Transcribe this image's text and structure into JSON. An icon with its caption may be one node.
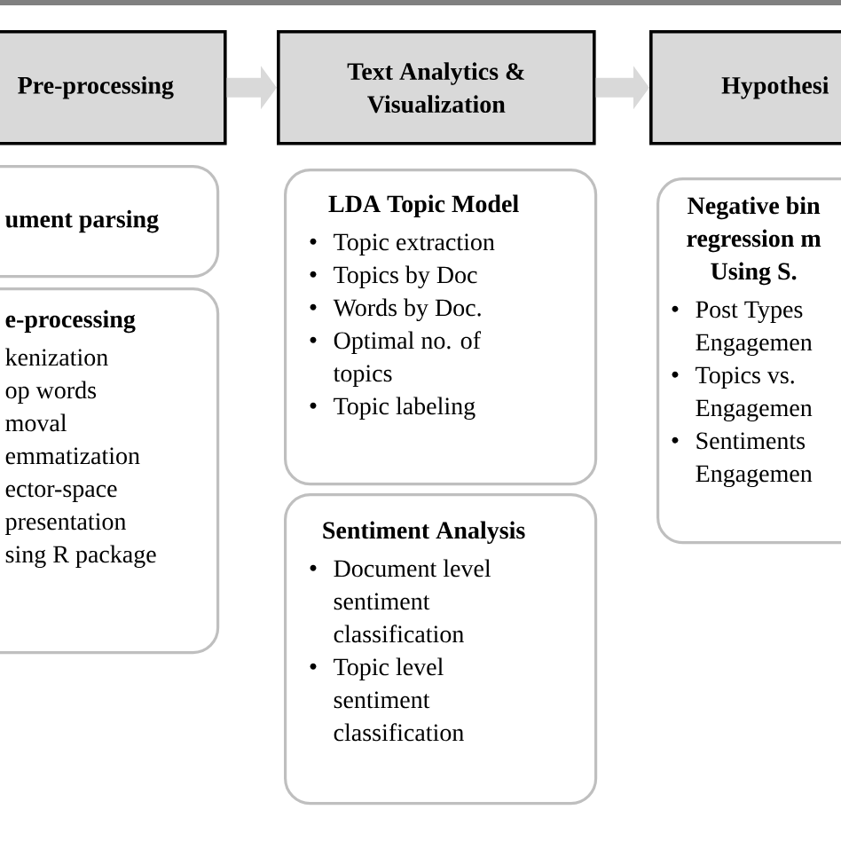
{
  "diagram": {
    "nodes": [
      {
        "text": [
          "Pre-processing"
        ]
      },
      {
        "text": [
          "Text Analytics & Visualization"
        ]
      },
      {
        "text": [
          "Hypothesi"
        ]
      },
      {
        "text": [
          "ument parsing"
        ]
      },
      {
        "text": [
          "e-processing",
          "kenization",
          "op words",
          "moval",
          "emmatization",
          "ector-space",
          "presentation",
          "sing R package"
        ]
      },
      {
        "text": [
          "LDA Topic Model",
          "Topic extraction",
          "Topics by Doc",
          "Words by Doc.",
          "Optimal no. of topics",
          "Topic labeling"
        ]
      },
      {
        "text": [
          "Sentiment Analysis",
          "Document level sentiment classification",
          "Topic level sentiment classification"
        ]
      },
      {
        "text": [
          "Negative bin",
          "regression m",
          "Using S.",
          "Post Types",
          "Engagemen",
          "Topics vs.",
          "Engagemen",
          "Sentiments",
          "Engagemen"
        ]
      }
    ],
    "edges": [
      {
        "from": 0,
        "to": 1,
        "arrow": "to"
      },
      {
        "from": 1,
        "to": 2,
        "arrow": "to"
      }
    ]
  }
}
